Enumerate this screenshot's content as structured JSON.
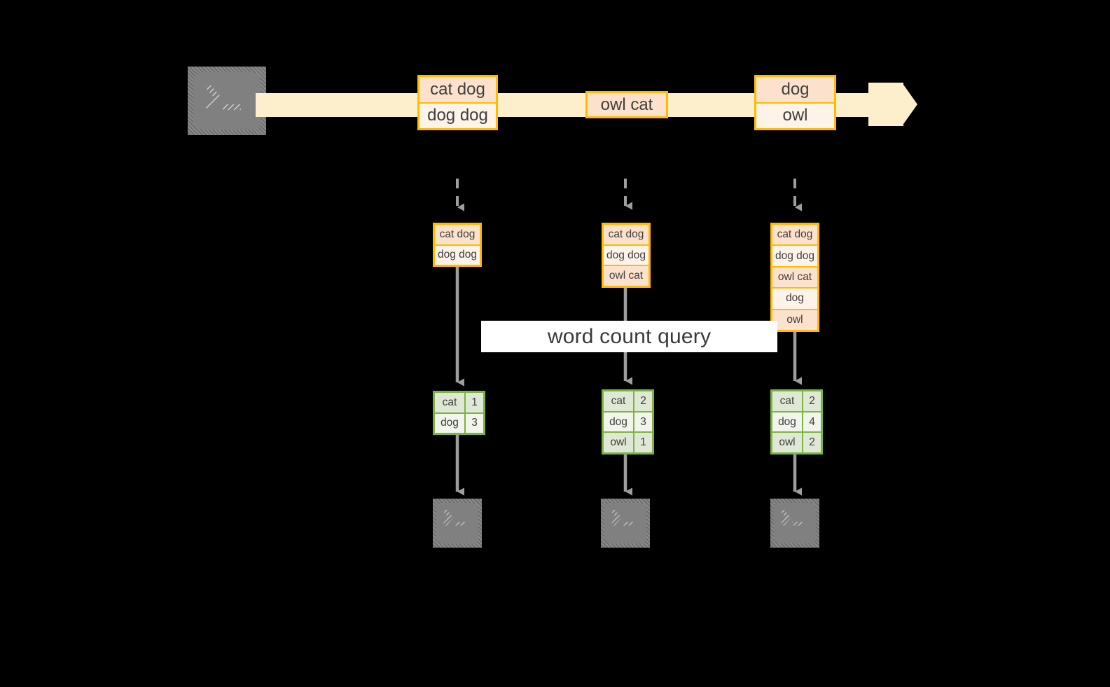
{
  "diagram": {
    "title": "word count query",
    "background_color": "#000000",
    "colors": {
      "stream_band": "#fdefcb",
      "event_border": "#ffbb00",
      "event_fill_dark": "#fce2cc",
      "event_fill_light": "#fdf3e8",
      "result_border": "#7cb342",
      "result_fill_dark": "#dfe8d4",
      "result_fill_light": "#f1f5ec",
      "arrow_gray": "#9e9e9e",
      "icon_gray": "#808080",
      "label_bar_bg": "#ffffff",
      "text": "#3f3f3f"
    }
  },
  "stream": {
    "source_icon": "terminal-icon",
    "sink_icon": "terminal-icon",
    "arrow_direction": "right",
    "events": [
      {
        "id": "e1",
        "lines": [
          "cat dog",
          "dog dog"
        ]
      },
      {
        "id": "e2",
        "lines": [
          "owl cat"
        ]
      },
      {
        "id": "e3",
        "lines": [
          "dog",
          "owl"
        ]
      }
    ]
  },
  "label": {
    "text": "word count query"
  },
  "snapshots": [
    {
      "id": "t1",
      "input_lines": [
        "cat dog",
        "dog dog"
      ],
      "result": {
        "rows": [
          {
            "word": "cat",
            "count": "1"
          },
          {
            "word": "dog",
            "count": "3"
          }
        ]
      }
    },
    {
      "id": "t2",
      "input_lines": [
        "cat dog",
        "dog dog",
        "owl cat"
      ],
      "result": {
        "rows": [
          {
            "word": "cat",
            "count": "2"
          },
          {
            "word": "dog",
            "count": "3"
          },
          {
            "word": "owl",
            "count": "1"
          }
        ]
      }
    },
    {
      "id": "t3",
      "input_lines": [
        "cat dog",
        "dog dog",
        "owl cat",
        "dog",
        "owl"
      ],
      "result": {
        "rows": [
          {
            "word": "cat",
            "count": "2"
          },
          {
            "word": "dog",
            "count": "4"
          },
          {
            "word": "owl",
            "count": "2"
          }
        ]
      }
    }
  ]
}
